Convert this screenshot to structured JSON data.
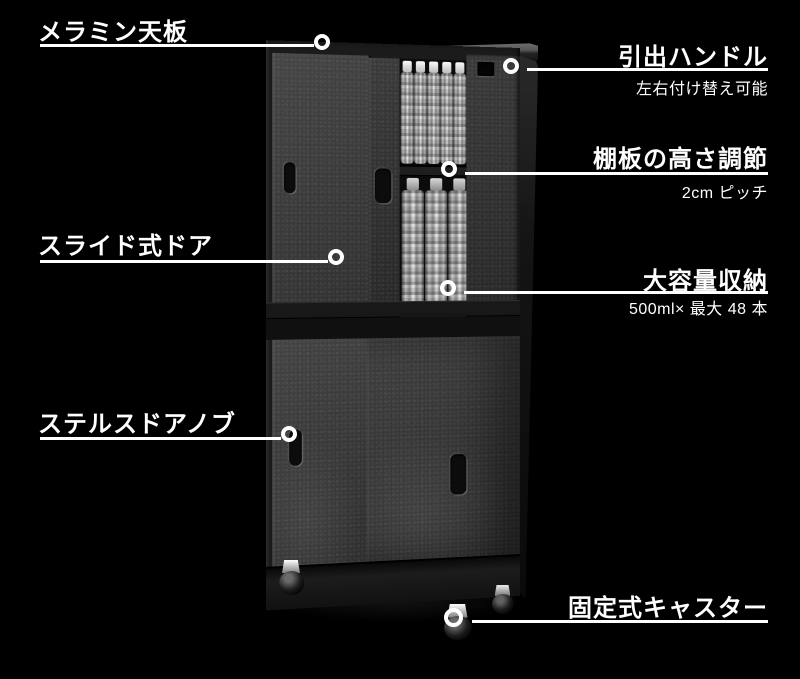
{
  "colors": {
    "background": "#000000",
    "callout": "#ffffff"
  },
  "callouts": {
    "melamine_top": {
      "title": "メラミン天板"
    },
    "pull_handle": {
      "title": "引出ハンドル",
      "subtitle": "左右付け替え可能"
    },
    "shelf_height": {
      "title": "棚板の高さ調節",
      "subtitle": "2cm ピッチ"
    },
    "sliding_door": {
      "title": "スライド式ドア"
    },
    "large_capacity": {
      "title": "大容量収納",
      "subtitle": "500ml× 最大 48 本"
    },
    "stealth_knob": {
      "title": "ステルスドアノブ"
    },
    "fixed_caster": {
      "title": "固定式キャスター"
    }
  }
}
